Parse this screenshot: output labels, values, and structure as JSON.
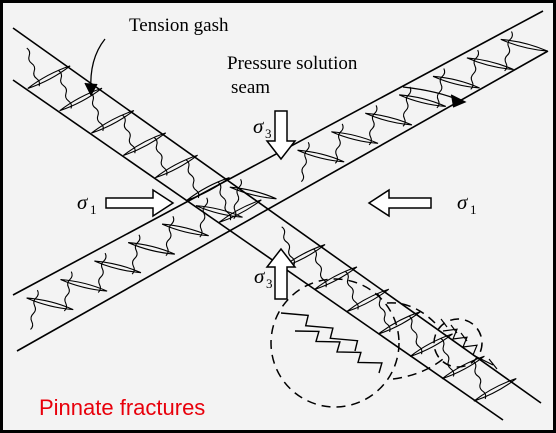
{
  "labels": {
    "tension_gash": "Tension gash",
    "pressure_solution_line1": "Pressure solution",
    "pressure_solution_line2": "seam",
    "sigma3_top": "σ",
    "sigma3_top_sub": "3",
    "sigma3_bottom": "σ",
    "sigma3_bottom_sub": "3",
    "sigma1_left": "σ",
    "sigma1_left_sub": "1",
    "sigma1_right": "σ",
    "sigma1_right_sub": "1",
    "caption": "Pinnate fractures"
  },
  "colors": {
    "ink": "#000000",
    "caption": "#e8000b",
    "paper": "#f2f2f2"
  }
}
